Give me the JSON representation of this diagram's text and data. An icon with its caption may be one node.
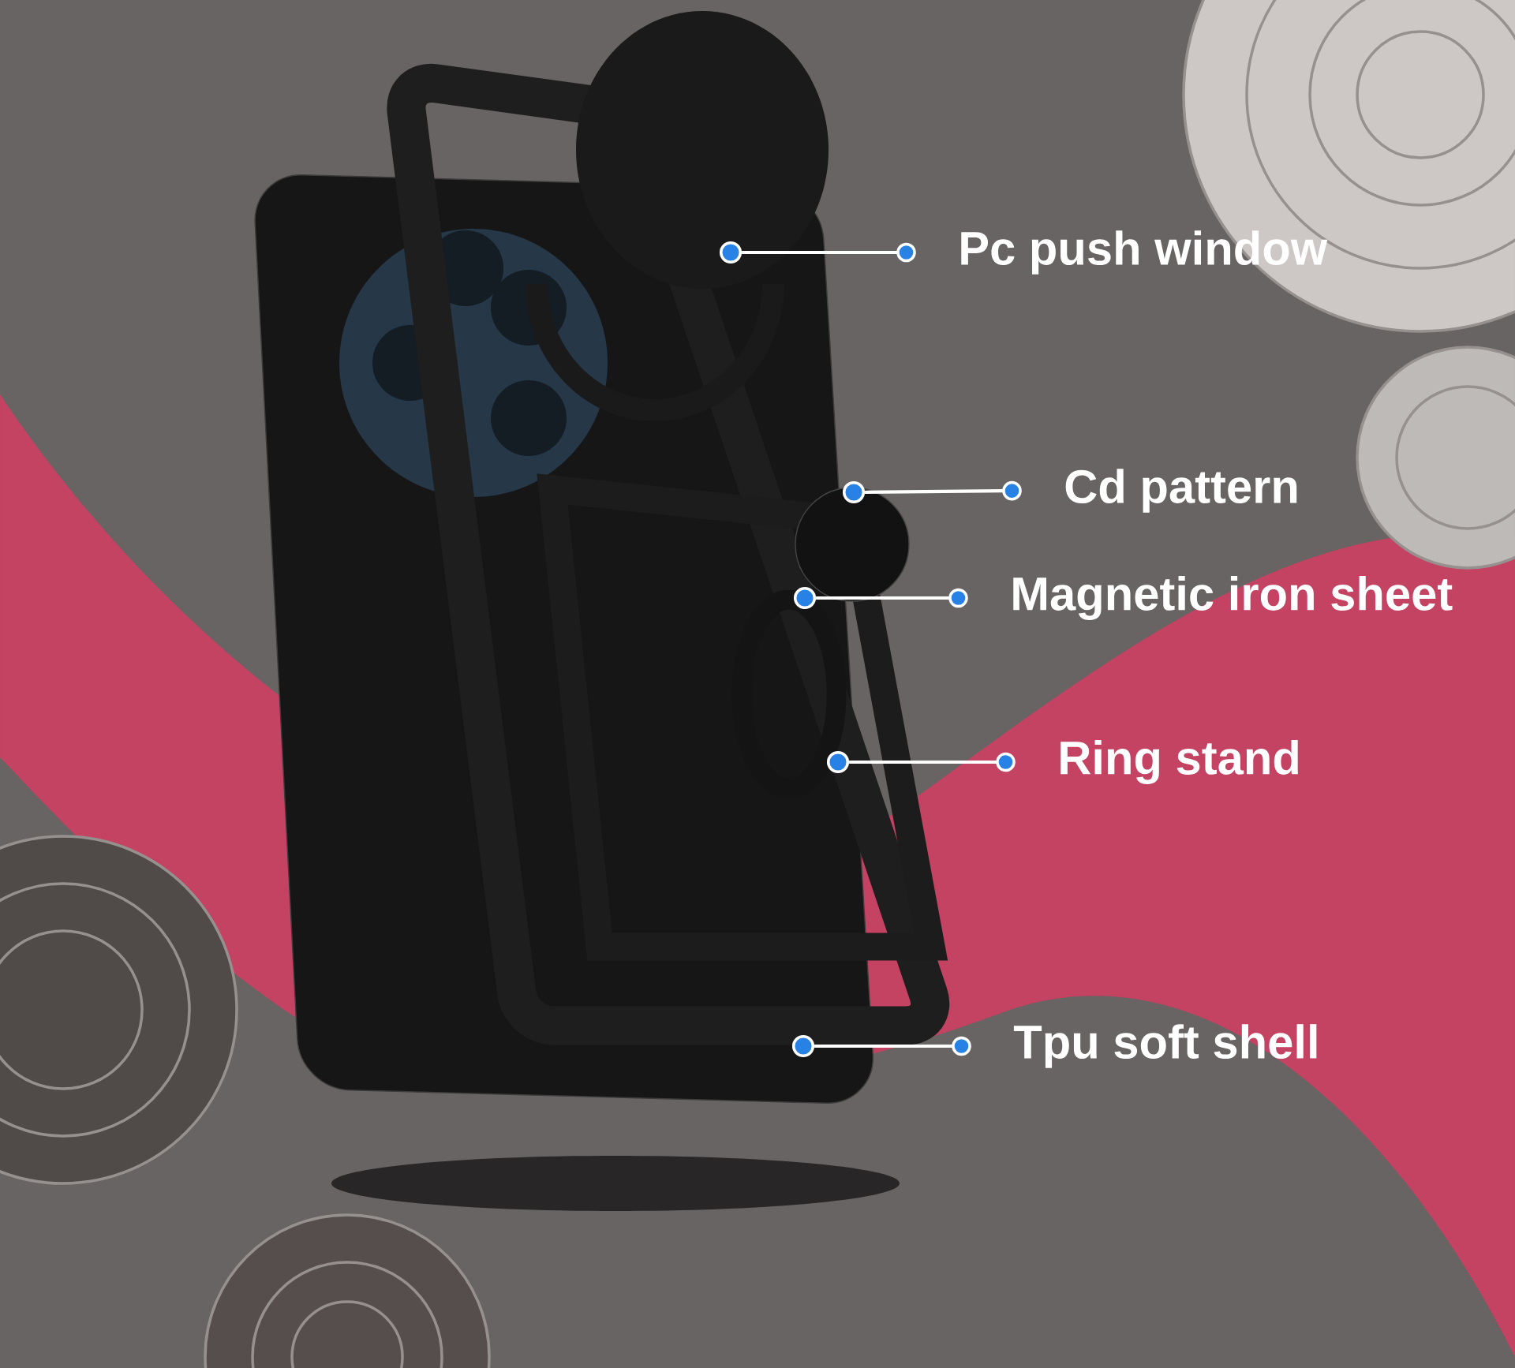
{
  "diagram": {
    "nodes": [
      {
        "text": [
          "Pc push window"
        ]
      },
      {
        "text": [
          "Cd pattern"
        ]
      },
      {
        "text": [
          "Magnetic iron sheet"
        ]
      },
      {
        "text": [
          "Ring stand"
        ]
      },
      {
        "text": [
          "Tpu soft shell"
        ]
      },
      {
        "text": [],
        "shape": "circle"
      },
      {
        "text": [],
        "shape": "circle"
      },
      {
        "text": [],
        "shape": "circle"
      },
      {
        "text": [],
        "shape": "circle"
      },
      {
        "text": [],
        "shape": "circle"
      }
    ],
    "edges": [
      {
        "from": 5,
        "to": 0,
        "arrow": "other"
      },
      {
        "from": 6,
        "to": 1,
        "arrow": "other"
      },
      {
        "from": 7,
        "to": 2,
        "arrow": "other"
      },
      {
        "from": 8,
        "to": 3,
        "arrow": "other"
      },
      {
        "from": 9,
        "to": 4,
        "arrow": "other"
      }
    ]
  }
}
